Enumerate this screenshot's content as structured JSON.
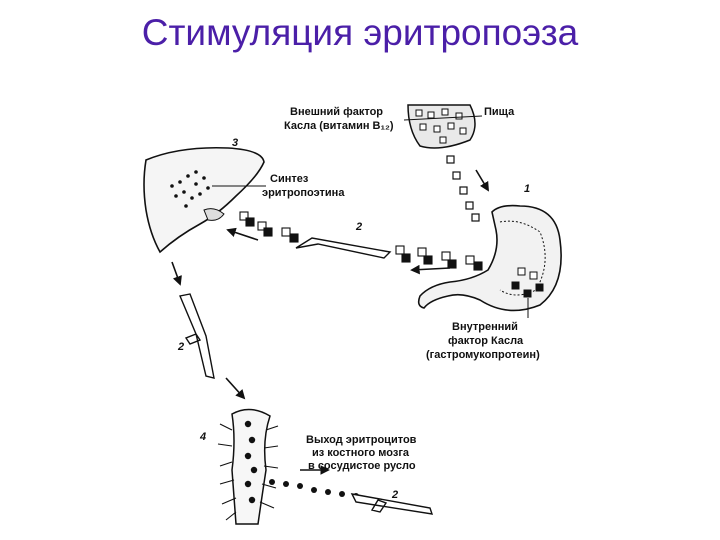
{
  "slide": {
    "title": "Стимуляция эритропоэза"
  },
  "labels": {
    "external_factor_1": "Внешний фактор",
    "external_factor_2": "Касла (витамин B₁₂)",
    "food": "Пища",
    "synthesis_1": "Синтез",
    "synthesis_2": "эритропоэтина",
    "internal_factor_1": "Внутренний",
    "internal_factor_2": "фактор Касла",
    "internal_factor_3": "(гастромукопротеин)",
    "exit_1": "Выход эритроцитов",
    "exit_2": "из костного мозга",
    "exit_3": "в сосудистое русло"
  },
  "numbers": {
    "n1": "1",
    "n2a": "2",
    "n2b": "2",
    "n2c": "2",
    "n3": "3",
    "n4": "4"
  },
  "colors": {
    "title": "#4b1fa8",
    "ink": "#111111"
  }
}
